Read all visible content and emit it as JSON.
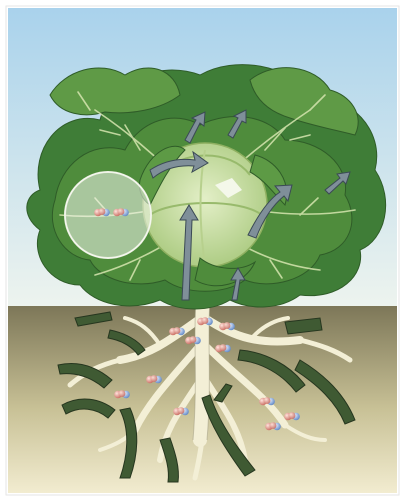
{
  "illustration": {
    "colors": {
      "sky_top": "#a9d2ec",
      "sky_bottom": "#eef4ee",
      "soil_top": "#7d7758",
      "soil_bottom": "#f2ecd0",
      "leaf_dark": "#3f7d37",
      "leaf_mid": "#6ea34a",
      "leaf_light": "#a9c97e",
      "head": "#c9dea1",
      "root": "#f3efd6",
      "ribbon": "#3f5a33",
      "molecule_red": "#d9897f",
      "molecule_blue": "#7fa7d6",
      "magnifier": "#f2f5ec"
    },
    "icons": [
      "cabbage-plant",
      "root-system",
      "water-molecule",
      "transport-arrow",
      "magnifier-lens"
    ]
  }
}
